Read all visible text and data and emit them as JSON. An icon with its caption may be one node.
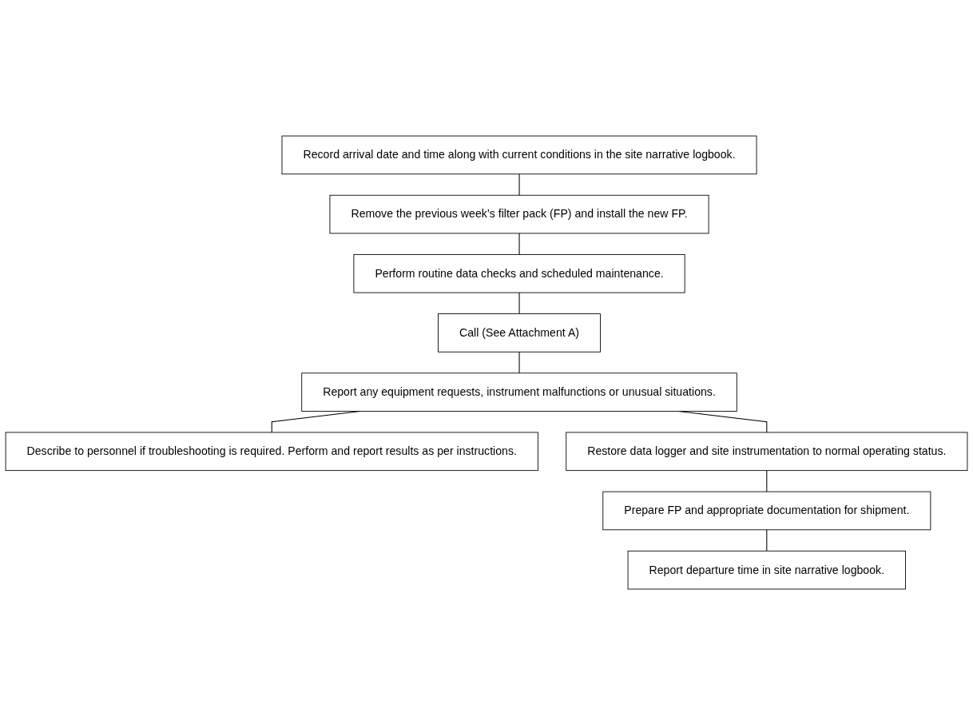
{
  "diagram": {
    "nodes": [
      {
        "text": [
          "Record arrival date and time along with current conditions in the site narrative logbook."
        ]
      },
      {
        "text": [
          "Remove the previous week’s filter pack (FP) and install the new FP."
        ]
      },
      {
        "text": [
          "Perform routine data checks and scheduled maintenance."
        ]
      },
      {
        "text": [
          "Call (See Attachment A)"
        ]
      },
      {
        "text": [
          "Report any equipment requests, instrument malfunctions or unusual situations."
        ]
      },
      {
        "text": [
          "Describe to personnel if troubleshooting is required. Perform and report results as per instructions."
        ]
      },
      {
        "text": [
          "Restore data logger and site instrumentation to normal operating status."
        ]
      },
      {
        "text": [
          "Prepare FP and appropriate documentation for shipment."
        ]
      },
      {
        "text": [
          "Report departure time in site narrative logbook."
        ]
      }
    ],
    "edges": [
      {
        "from": 0,
        "to": 1,
        "arrow": "none"
      },
      {
        "from": 1,
        "to": 2,
        "arrow": "none"
      },
      {
        "from": 2,
        "to": 3,
        "arrow": "none"
      },
      {
        "from": 3,
        "to": 4,
        "arrow": "none"
      },
      {
        "from": 4,
        "to": 5,
        "arrow": "none"
      },
      {
        "from": 4,
        "to": 6,
        "arrow": "none"
      },
      {
        "from": 6,
        "to": 7,
        "arrow": "none"
      },
      {
        "from": 7,
        "to": 8,
        "arrow": "none"
      }
    ]
  }
}
